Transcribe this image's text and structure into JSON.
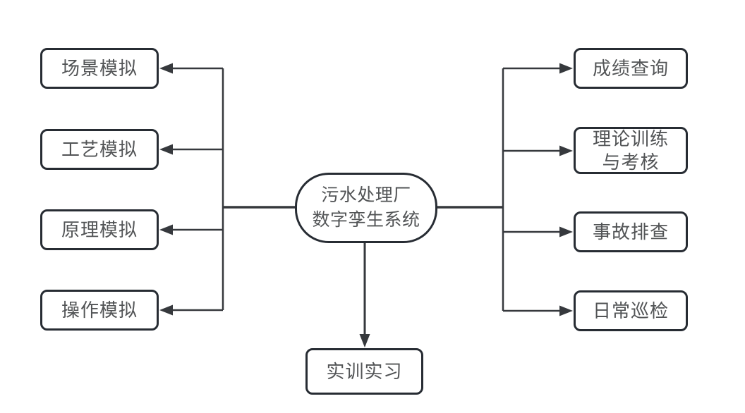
{
  "diagram": {
    "center_node": {
      "label": "污水处理厂\n数字孪生系统"
    },
    "left_nodes": [
      {
        "label": "场景模拟"
      },
      {
        "label": "工艺模拟"
      },
      {
        "label": "原理模拟"
      },
      {
        "label": "操作模拟"
      }
    ],
    "right_nodes": [
      {
        "label": "成绩查询"
      },
      {
        "label": "理论训练\n与考核"
      },
      {
        "label": "事故排查"
      },
      {
        "label": "日常巡检"
      }
    ],
    "bottom_node": {
      "label": "实训实习"
    },
    "colors": {
      "node_border": "#272c33",
      "connector": "#36393d",
      "text": "#525456",
      "background": "#ffffff"
    }
  }
}
